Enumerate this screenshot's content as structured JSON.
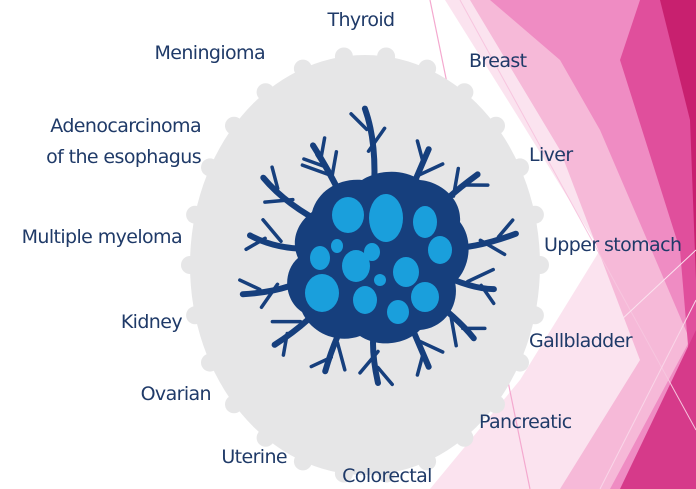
{
  "colors": {
    "background": "#ffffff",
    "decor_pink_light": "#f7c9e1",
    "decor_pink_mid": "#ee86bf",
    "decor_pink_dark": "#c8206f",
    "cell_disc": "#e6e6e7",
    "cell_dark": "#163f7d",
    "nucleus": "#1a9fdc",
    "label_text": "#1f3a68"
  },
  "icons": {
    "center": "cancer-cell-icon"
  },
  "labels": {
    "thyroid": "Thyroid",
    "meningioma": "Meningioma",
    "breast": "Breast",
    "adenocarcinoma": [
      "Adenocarcinoma",
      "of the esophagus"
    ],
    "liver": "Liver",
    "multiple_myeloma": "Multiple myeloma",
    "upper_stomach": "Upper stomach",
    "kidney": "Kidney",
    "gallbladder": "Gallbladder",
    "ovarian": "Ovarian",
    "pancreatic": "Pancreatic",
    "uterine": "Uterine",
    "colorectal": "Colorectal"
  }
}
